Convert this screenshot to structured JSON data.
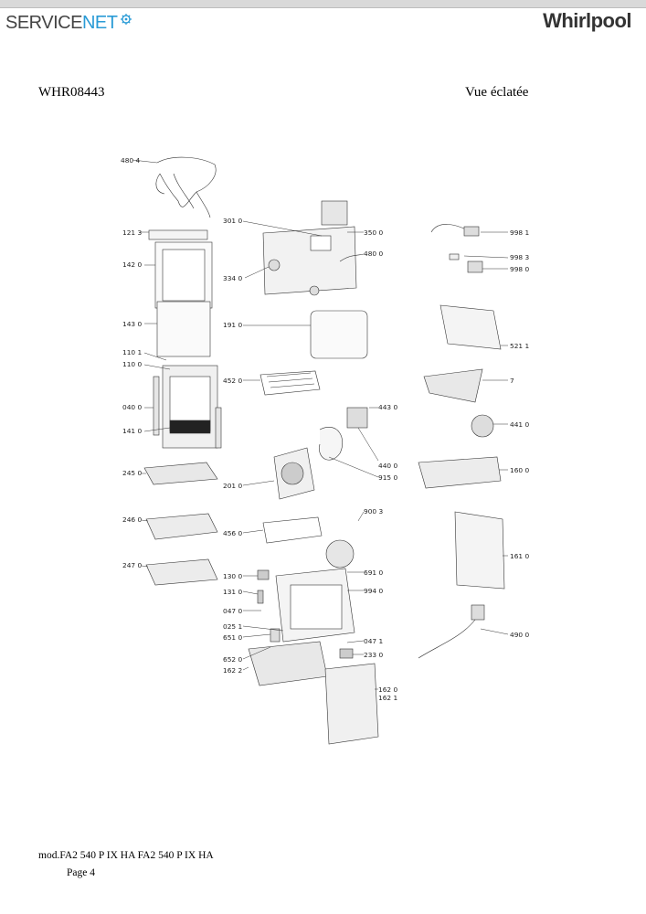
{
  "header": {
    "brand_left_a": "SERVICE",
    "brand_left_b": "NET",
    "brand_right": "Whirlpool"
  },
  "document": {
    "model_code": "WHR08443",
    "view_title": "Vue éclatée"
  },
  "parts": [
    "480 4",
    "301 0",
    "350 0",
    "480 0",
    "334 0",
    "121 3",
    "142 0",
    "143 0",
    "191 0",
    "110 1",
    "110 0",
    "452 0",
    "040 0",
    "141 0",
    "443 0",
    "440 0",
    "915 0",
    "245 0",
    "201 0",
    "246 0",
    "456 0",
    "900 3",
    "247 0",
    "130 0",
    "691 0",
    "131 0",
    "994 0",
    "047 0",
    "025 1",
    "651 0",
    "047 1",
    "233 0",
    "652 0",
    "162 2",
    "162 0",
    "162 1",
    "998 1",
    "998 3",
    "998 0",
    "521 1",
    "7",
    "441 0",
    "160 0",
    "161 0",
    "490 0"
  ],
  "footer": {
    "model_line": "mod.FA2 540 P IX HA FA2 540 P IX HA",
    "page": "Page 4"
  }
}
